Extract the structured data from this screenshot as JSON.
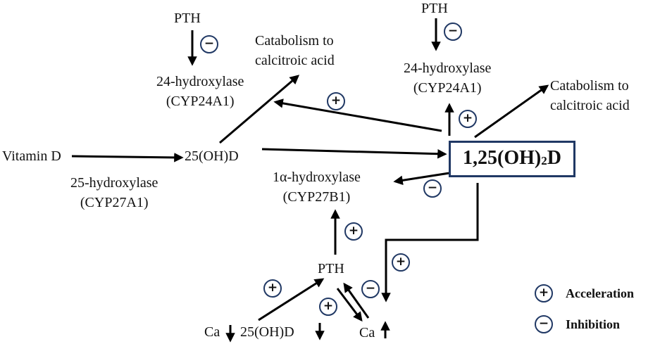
{
  "nodes": {
    "vitamin_d": "Vitamin D",
    "hydroxy_d": "25(OH)D",
    "calcitriol": {
      "main": "1,25(OH)",
      "sub": "2",
      "tail": "D"
    },
    "pth_top_left": "PTH",
    "pth_top_right": "PTH",
    "pth_bottom": "PTH",
    "cyp24a1_left": {
      "name": "24-hydroxylase",
      "gene": "(CYP24A1)"
    },
    "cyp24a1_right": {
      "name": "24-hydroxylase",
      "gene": "(CYP24A1)"
    },
    "cyp27a1": {
      "name": "25-hydroxylase",
      "gene": "(CYP27A1)"
    },
    "cyp27b1": {
      "name": "1α-hydroxylase",
      "gene": "(CYP27B1)"
    },
    "catabolism_left": {
      "line1": "Catabolism to",
      "line2": "calcitroic acid"
    },
    "catabolism_right": {
      "line1": "Catabolism to",
      "line2": "calcitroic acid"
    },
    "ca_low": "Ca",
    "hydroxy_d_low": "25(OH)D",
    "ca_high": "Ca"
  },
  "symbols": {
    "plus": "+",
    "minus": "−"
  },
  "legend": {
    "acceleration": {
      "symbol": "+",
      "label": "Acceleration"
    },
    "inhibition": {
      "symbol": "−",
      "label": "Inhibition"
    }
  },
  "colors": {
    "box_border": "#203864",
    "badge_border": "#203864",
    "arrow": "#000000",
    "text": "#111111"
  }
}
